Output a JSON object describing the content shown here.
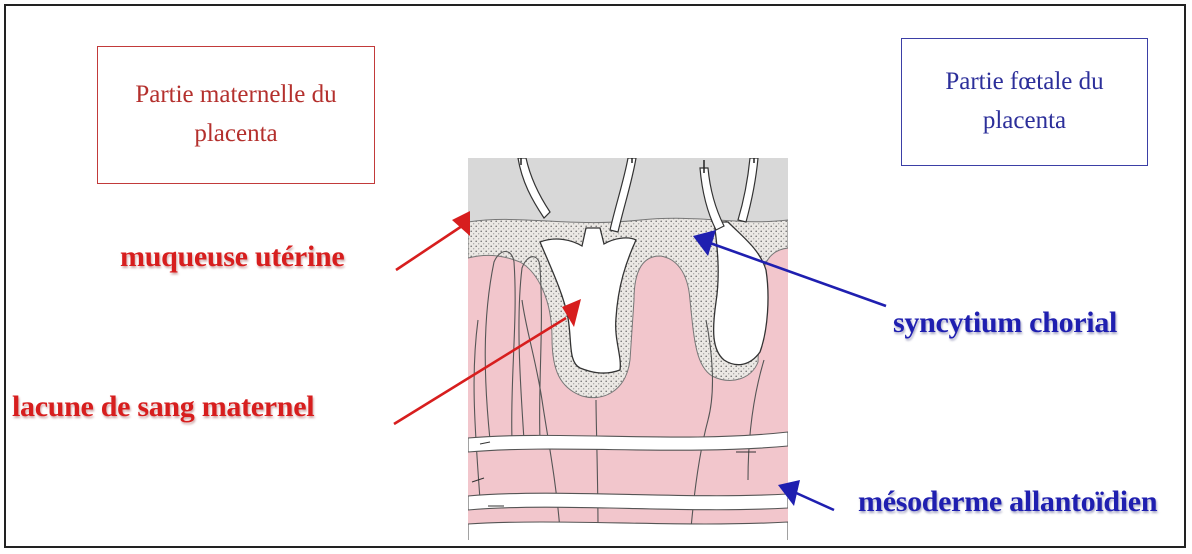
{
  "boxes": {
    "maternal": "Partie maternelle du placenta",
    "fetal": "Partie fœtale du placenta"
  },
  "labels": {
    "muqueuse": "muqueuse utérine",
    "lacune": "lacune de sang maternel",
    "syncytium": "syncytium chorial",
    "mesoderme": "mésoderme allantoïdien"
  },
  "colors": {
    "maternal": "#d71e1e",
    "fetal": "#1f1fb0",
    "mucosa": "#d9d9d9",
    "tissue": "#f2c6cc",
    "syncytium": "#e9e6e2"
  }
}
